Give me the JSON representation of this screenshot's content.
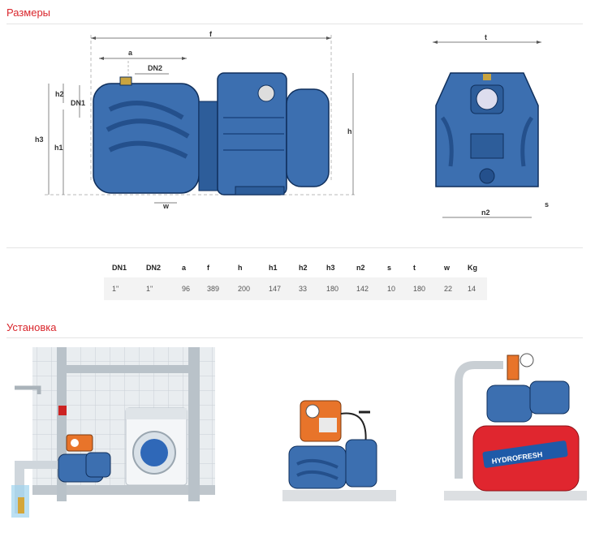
{
  "sections": {
    "dimensions_title": "Размеры",
    "installation_title": "Установка"
  },
  "drawing": {
    "labels": {
      "f": "f",
      "a": "a",
      "DN2": "DN2",
      "DN1": "DN1",
      "h2": "h2",
      "h3": "h3",
      "h1": "h1",
      "h": "h",
      "w": "w",
      "t": "t",
      "n2": "n2",
      "s": "s"
    },
    "colors": {
      "pump_body": "#3c6fb0",
      "pump_dark": "#24508c",
      "outline": "#0f2f5c"
    }
  },
  "spec_table": {
    "headers": [
      "DN1",
      "DN2",
      "a",
      "f",
      "h",
      "h1",
      "h2",
      "h3",
      "n2",
      "s",
      "t",
      "w",
      "Kg"
    ],
    "rows": [
      [
        "1\"",
        "1\"",
        "96",
        "389",
        "200",
        "147",
        "33",
        "180",
        "142",
        "10",
        "180",
        "22",
        "14"
      ]
    ]
  },
  "installation": {
    "tank_brand": "HYDROFRESH",
    "colors": {
      "tank": "#e0262f",
      "controller": "#e8742a",
      "tile_wall": "#e9edf0"
    }
  }
}
